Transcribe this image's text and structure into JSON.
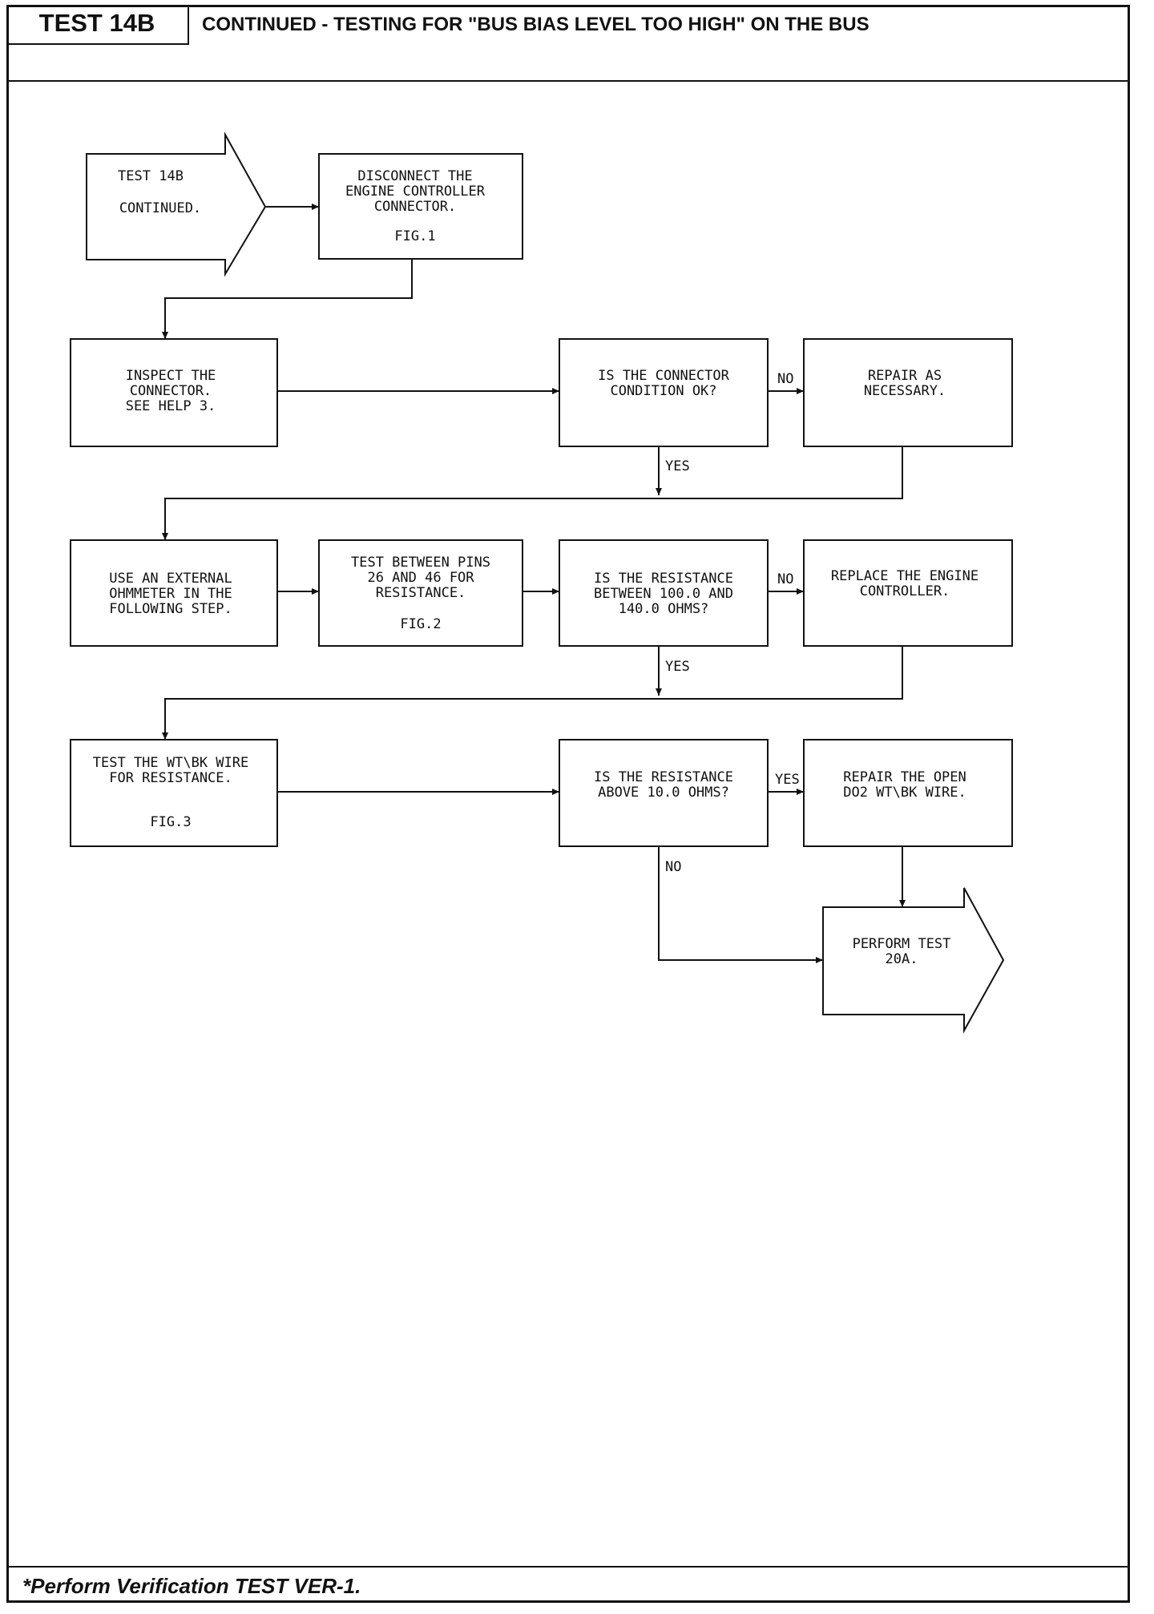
{
  "header": {
    "test_id": "TEST 14B",
    "title": "CONTINUED - TESTING FOR \"BUS BIAS LEVEL TOO HIGH\" ON THE BUS"
  },
  "flowchart": {
    "start": {
      "lines": [
        "TEST 14B",
        "CONTINUED."
      ]
    },
    "disconnect": {
      "lines": [
        "DISCONNECT THE",
        "ENGINE CONTROLLER",
        "CONNECTOR.",
        "FIG.1"
      ]
    },
    "inspect": {
      "lines": [
        "INSPECT THE",
        "CONNECTOR.",
        "SEE HELP 3."
      ]
    },
    "connector_ok": {
      "lines": [
        "IS THE CONNECTOR",
        "CONDITION OK?"
      ]
    },
    "repair_as_necessary": {
      "lines": [
        "REPAIR AS",
        "NECESSARY."
      ]
    },
    "external_ohmmeter": {
      "lines": [
        "USE AN EXTERNAL",
        "OHMMETER IN THE",
        "FOLLOWING STEP."
      ]
    },
    "test_pins": {
      "lines": [
        "TEST BETWEEN PINS",
        "26 AND 46 FOR",
        "RESISTANCE.",
        "FIG.2"
      ]
    },
    "resistance_range": {
      "lines": [
        "IS THE RESISTANCE",
        "BETWEEN 100.0 AND",
        "140.0 OHMS?"
      ]
    },
    "replace_controller": {
      "lines": [
        "REPLACE THE ENGINE",
        "CONTROLLER."
      ]
    },
    "test_wire": {
      "lines": [
        "TEST THE WT\\BK WIRE",
        "FOR RESISTANCE.",
        "FIG.3"
      ]
    },
    "resistance_above": {
      "lines": [
        "IS THE RESISTANCE",
        "ABOVE 10.0 OHMS?"
      ]
    },
    "repair_open": {
      "lines": [
        "REPAIR THE OPEN",
        "DO2 WT\\BK WIRE."
      ]
    },
    "perform_test": {
      "lines": [
        "PERFORM TEST",
        "20A."
      ]
    },
    "labels": {
      "no_1": "NO",
      "yes_1": "YES",
      "no_2": "NO",
      "yes_2": "YES",
      "yes_3": "YES",
      "no_3": "NO"
    }
  },
  "footer": {
    "text": "*Perform Verification TEST VER-1."
  }
}
